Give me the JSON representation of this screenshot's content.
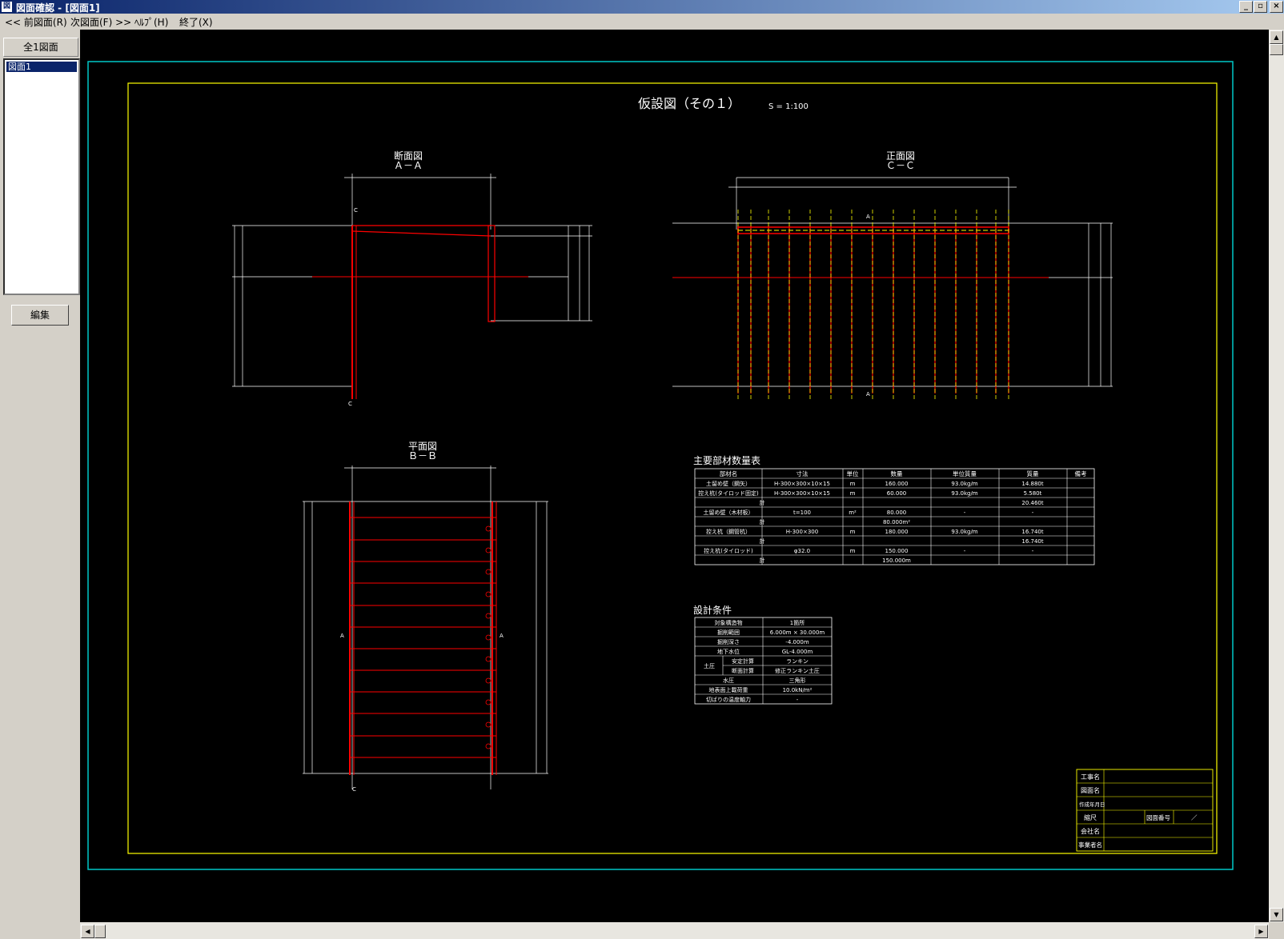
{
  "window": {
    "title": "図面確認 - [図面1]",
    "minimize_label": "_",
    "restore_label": "▫",
    "close_label": "×"
  },
  "menu": {
    "prev": "<< 前図面(R)",
    "next": "次図面(F) >>",
    "help": "ﾍﾙﾌﾟ(H)",
    "exit": "終了(X)"
  },
  "sidebar": {
    "header": "全1図面",
    "items": [
      {
        "label": "図面1"
      }
    ],
    "edit_button": "編集"
  },
  "drawing": {
    "title": "仮設図（その１）",
    "scale": "S =   1:100",
    "section_aa": {
      "name": "断面図",
      "mark": "Ａ－Ａ"
    },
    "section_cc": {
      "name": "正面図",
      "mark": "Ｃ－Ｃ"
    },
    "plan_bb": {
      "name": "平面図",
      "mark": "Ｂ－Ｂ"
    },
    "materials_table": {
      "title": "主要部材数量表",
      "headers": [
        "部材名",
        "寸法",
        "単位",
        "数量",
        "単位質量",
        "質量",
        "備考"
      ],
      "rows": [
        [
          "土留め壁（鋼矢）",
          "H-300×300×10×15",
          "m",
          "160.000",
          "93.0kg/m",
          "14.880t",
          ""
        ],
        [
          "控え杭(タイロッド固定)",
          "H-300×300×10×15",
          "m",
          "60.000",
          "93.0kg/m",
          "5.580t",
          ""
        ],
        [
          "計",
          "",
          "",
          "",
          "",
          "20.460t",
          ""
        ],
        [
          "土留め壁（木材板）",
          "t=100",
          "m²",
          "80.000",
          "-",
          "-",
          ""
        ],
        [
          "計",
          "",
          "",
          "80.000m²",
          "",
          "",
          ""
        ],
        [
          "控え杭（鋼管杭）",
          "H-300×300",
          "m",
          "180.000",
          "93.0kg/m",
          "16.740t",
          ""
        ],
        [
          "計",
          "",
          "",
          "",
          "",
          "16.740t",
          ""
        ],
        [
          "控え杭(タイロッド)",
          "φ32.0",
          "m",
          "150.000",
          "-",
          "-",
          ""
        ],
        [
          "計",
          "",
          "",
          "150.000m",
          "",
          "",
          ""
        ]
      ]
    },
    "conditions_table": {
      "title": "設計条件",
      "rows": [
        [
          "対象構造物",
          "",
          "1箇所"
        ],
        [
          "掘削範囲",
          "",
          "6.000m × 30.000m"
        ],
        [
          "掘削深さ",
          "",
          "-4.000m"
        ],
        [
          "地下水位",
          "",
          "GL-4.000m"
        ],
        [
          "土圧",
          "安定計算",
          "ランキン"
        ],
        [
          "",
          "断面計算",
          "修正ランキン土圧"
        ],
        [
          "水圧",
          "",
          "三角形"
        ],
        [
          "地表面上載荷重",
          "",
          "10.0kN/m²"
        ],
        [
          "切ばりの温度軸力",
          "",
          "-"
        ]
      ]
    },
    "title_block": {
      "rows": [
        "工事名",
        "図面名",
        "作成年月日",
        "縮尺",
        "会社名",
        "事業者名"
      ],
      "drawing_number_label": "図面番号",
      "drawing_number_value": "／"
    }
  },
  "colors": {
    "outer_frame": "#00c8c8",
    "inner_frame": "#ffff00",
    "lines": "#ffffff",
    "steel": "#ff0000",
    "centerline": "#ffff00"
  }
}
